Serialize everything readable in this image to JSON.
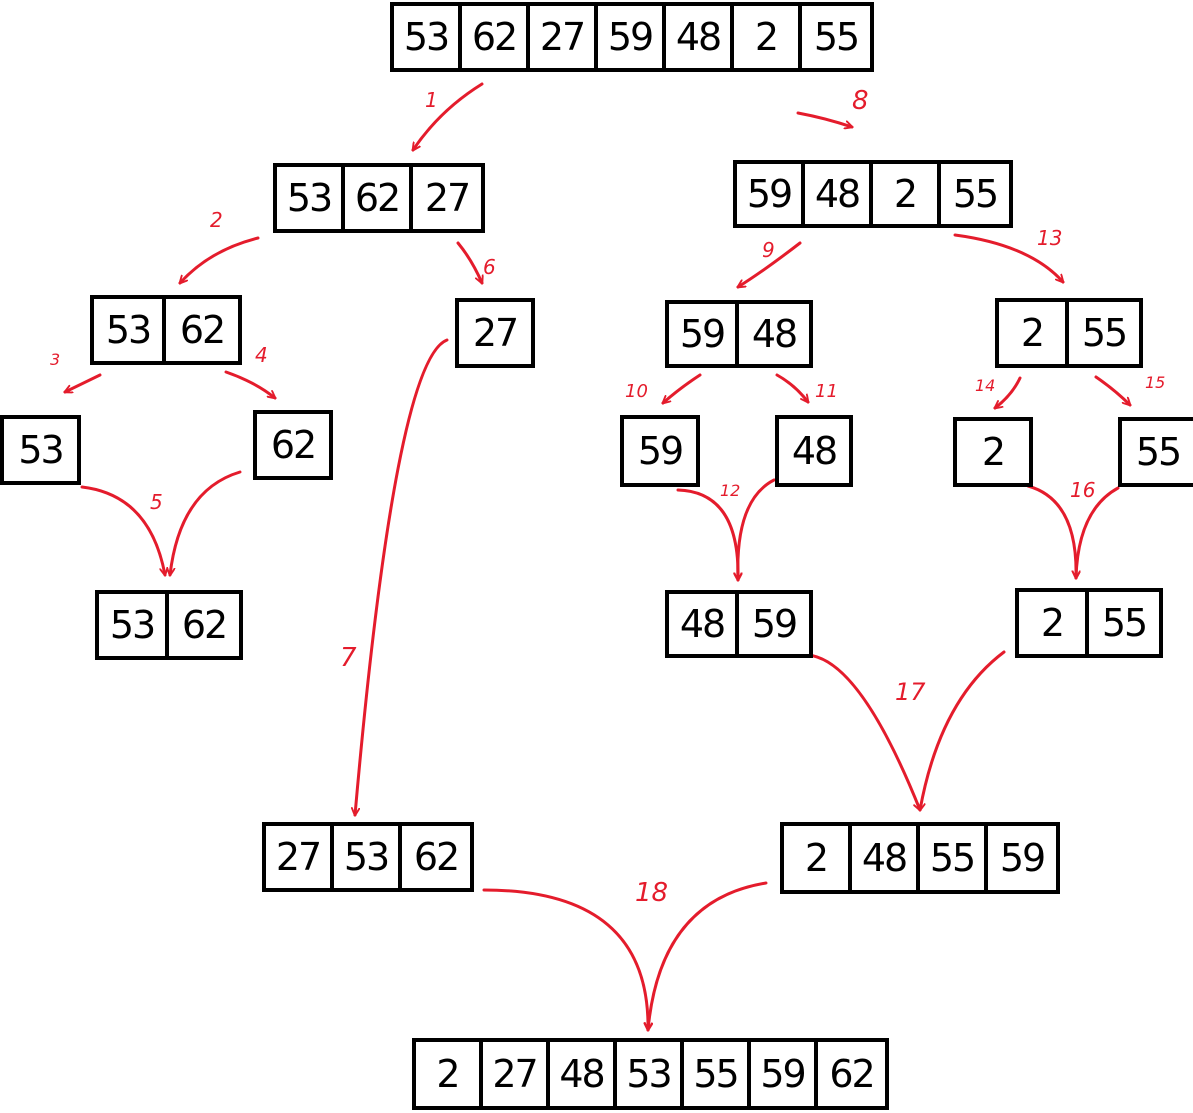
{
  "colors": {
    "arrow": "#e41c2c",
    "box": "#000000"
  },
  "nodes": [
    {
      "id": "root",
      "values": [
        "53",
        "62",
        "27",
        "59",
        "48",
        "2",
        "55"
      ]
    },
    {
      "id": "left-half",
      "values": [
        "53",
        "62",
        "27"
      ]
    },
    {
      "id": "right-half",
      "values": [
        "59",
        "48",
        "2",
        "55"
      ]
    },
    {
      "id": "l-pair",
      "values": [
        "53",
        "62"
      ]
    },
    {
      "id": "l-single-27",
      "values": [
        "27"
      ]
    },
    {
      "id": "r-pair-a",
      "values": [
        "59",
        "48"
      ]
    },
    {
      "id": "r-pair-b",
      "values": [
        "2",
        "55"
      ]
    },
    {
      "id": "leaf-53",
      "values": [
        "53"
      ]
    },
    {
      "id": "leaf-62",
      "values": [
        "62"
      ]
    },
    {
      "id": "leaf-59",
      "values": [
        "59"
      ]
    },
    {
      "id": "leaf-48",
      "values": [
        "48"
      ]
    },
    {
      "id": "leaf-2",
      "values": [
        "2"
      ]
    },
    {
      "id": "leaf-55",
      "values": [
        "55"
      ]
    },
    {
      "id": "merged-53-62",
      "values": [
        "53",
        "62"
      ]
    },
    {
      "id": "merged-48-59",
      "values": [
        "48",
        "59"
      ]
    },
    {
      "id": "merged-2-55",
      "values": [
        "2",
        "55"
      ]
    },
    {
      "id": "merged-left",
      "values": [
        "27",
        "53",
        "62"
      ]
    },
    {
      "id": "merged-right",
      "values": [
        "2",
        "48",
        "55",
        "59"
      ]
    },
    {
      "id": "final",
      "values": [
        "2",
        "27",
        "48",
        "53",
        "55",
        "59",
        "62"
      ]
    }
  ],
  "steps": [
    "1",
    "2",
    "3",
    "4",
    "5",
    "6",
    "7",
    "8",
    "9",
    "10",
    "11",
    "12",
    "13",
    "14",
    "15",
    "16",
    "17",
    "18"
  ]
}
